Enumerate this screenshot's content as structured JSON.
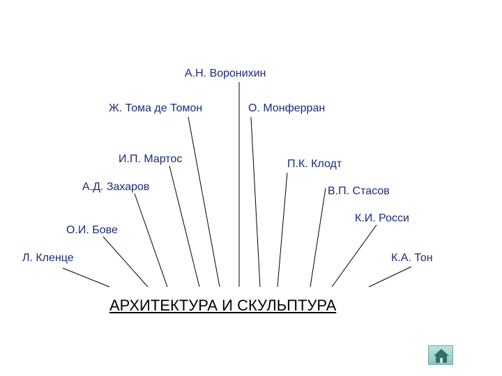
{
  "diagram": {
    "root": "АРХИТЕКТУРА И СКУЛЬПТУРА",
    "names": [
      "А.Н. Воронихин",
      "Ж. Тома де Томон",
      "О. Монферран",
      "И.П. Мартос",
      "П.К. Клодт",
      "А.Д. Захаров",
      "В.П. Стасов",
      "К.И. Росси",
      "О.И. Бове",
      "Л. Кленце",
      "К.А. Тон"
    ]
  },
  "nav": {
    "home_icon": "home-icon"
  },
  "colors": {
    "name_text": "#1a2a7a",
    "root_text": "#000000",
    "line": "#000000"
  }
}
